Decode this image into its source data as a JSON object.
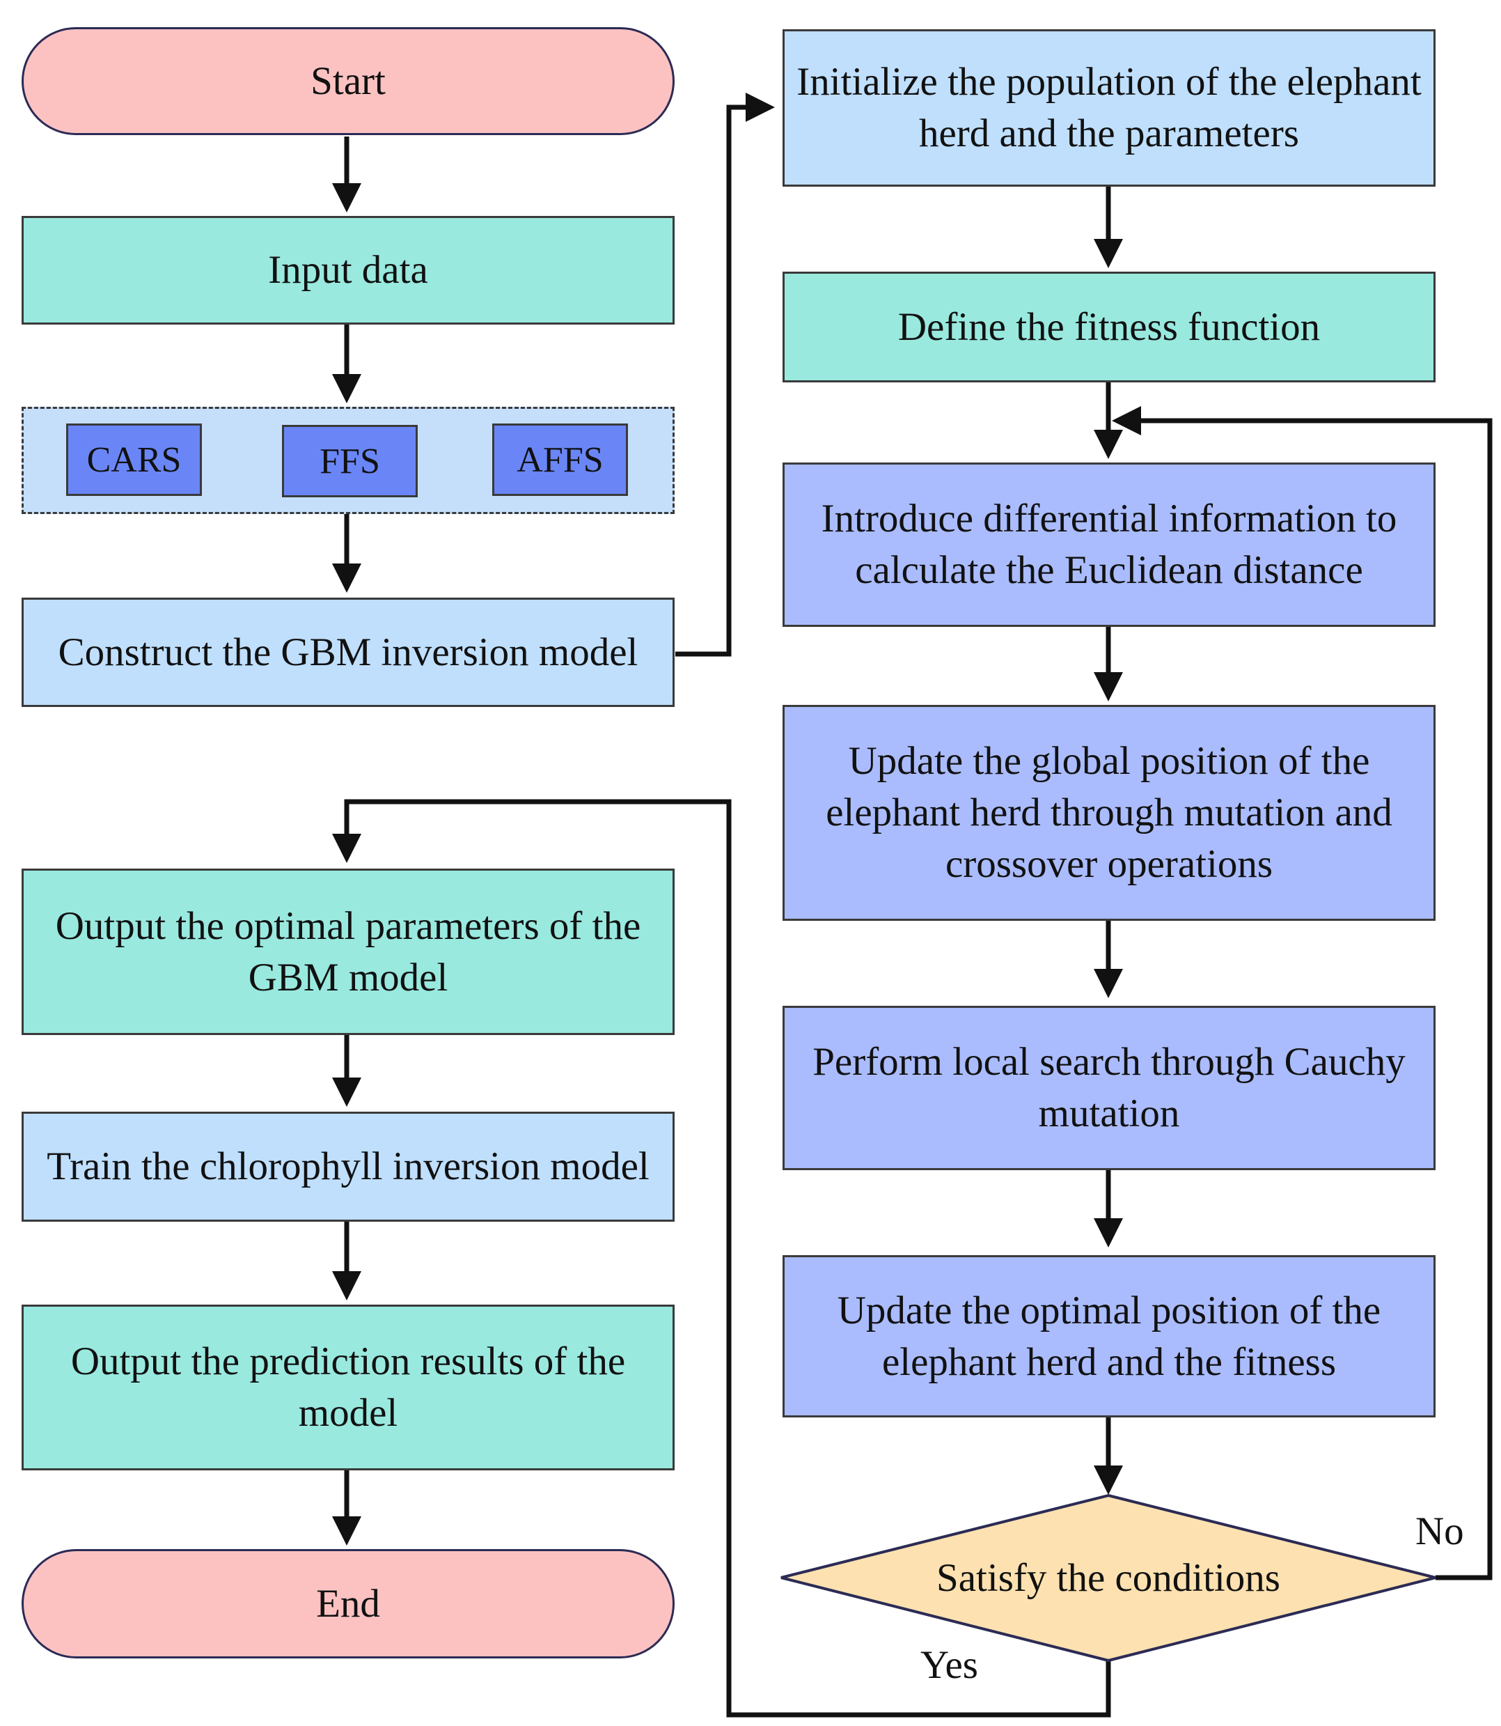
{
  "nodes": {
    "start": "Start",
    "input_data": "Input data",
    "features": [
      "CARS",
      "FFS",
      "AFFS"
    ],
    "construct_model": "Construct the GBM inversion model",
    "output_optimal": "Output the optimal parameters of the GBM model",
    "train_model": "Train the chlorophyll inversion model",
    "output_prediction": "Output the prediction results of the model",
    "end": "End",
    "initialize": "Initialize the population of the elephant herd and the parameters",
    "define_fitness": "Define the fitness function",
    "introduce_diff": "Introduce differential information to calculate the Euclidean distance",
    "update_global": "Update the global position of the elephant herd through mutation and crossover operations",
    "local_search": "Perform local search through Cauchy mutation",
    "update_optimal": "Update the optimal position of the elephant herd and the fitness",
    "condition": "Satisfy the conditions"
  },
  "edge_labels": {
    "no": "No",
    "yes": "Yes"
  },
  "colors": {
    "terminal": "#fcc2c2",
    "light_blue": "#bfdffd",
    "teal": "#99e9df",
    "purple": "#aabcfd",
    "feature": "#6a86f6",
    "decision": "#fde1b0"
  }
}
